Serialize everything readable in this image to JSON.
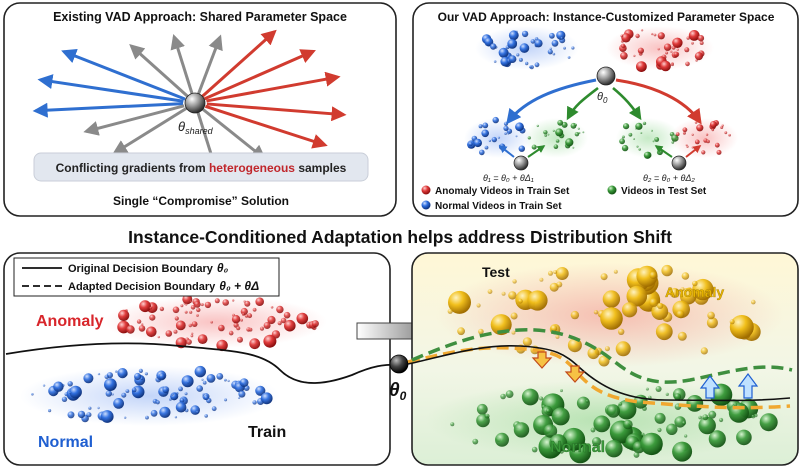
{
  "panel_tl": {
    "title": "Existing VAD Approach: Shared Parameter Space",
    "center_label": "θ",
    "center_sub": "shared",
    "banner_pre": "Conflicting gradients from ",
    "banner_highlight": "heterogeneous",
    "banner_post": " samples",
    "footer": "Single “Compromise” Solution"
  },
  "panel_tr": {
    "title": "Our VAD Approach: Instance-Customized Parameter Space",
    "theta0": "θ",
    "theta0_sub": "0",
    "eq1": "θ₁ = θ₀ + θΔ₁",
    "eq2": "θ₂ = θ₀ + θΔ₂",
    "legend": [
      {
        "label": "Anomaly Videos in Train Set",
        "color": "#d62728"
      },
      {
        "label": "Normal Videos in Train Set",
        "color": "#1f5fd1"
      },
      {
        "label": "Videos in Test Set",
        "color": "#2e8b2e"
      }
    ]
  },
  "middle_title": "Instance-Conditioned Adaptation helps address Distribution Shift",
  "panel_bl": {
    "legend_solid": "Original Decision Boundary",
    "legend_solid_sym": "θ₀",
    "legend_dashed": "Adapted Decision Boundary",
    "legend_dashed_sym": "θ₀ + θΔ",
    "anomaly_label": "Anomaly",
    "normal_label": "Normal",
    "train_label": "Train"
  },
  "bridge_label": "θ",
  "bridge_sub": "0",
  "panel_br": {
    "test_label": "Test",
    "anomaly_label": "Anomaly",
    "normal_label": "Normal"
  },
  "colors": {
    "anomaly": "#d62728",
    "normal": "#1f5fd1",
    "test": "#2e8b2e",
    "test_anomaly": "#e8b400",
    "arrow_grey": "#8a8a8a"
  }
}
